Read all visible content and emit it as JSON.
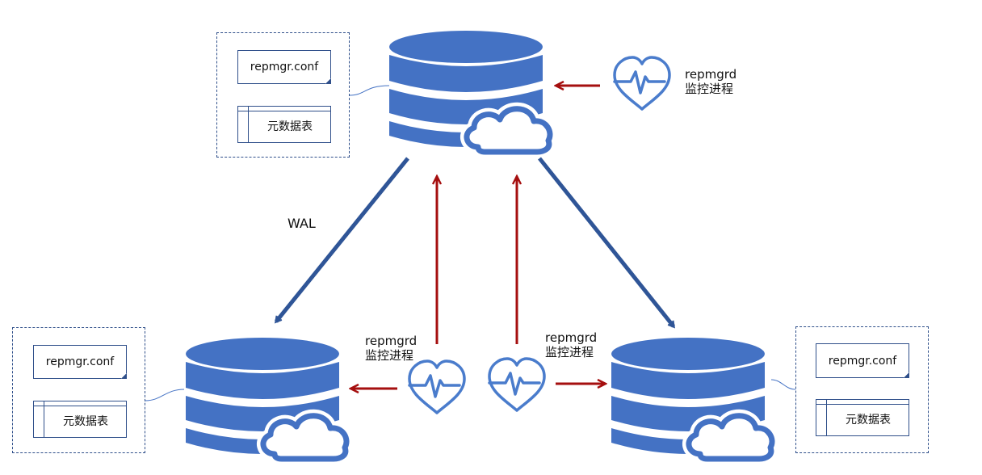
{
  "diagram": {
    "title": "repmgr PostgreSQL replication cluster",
    "colors": {
      "db_blue": "#4472c4",
      "wal_arrow": "#2f5597",
      "monitor_arrow": "#a50f0f",
      "box_border": "#2f4f8a",
      "heart_icon": "#4a7ccc"
    },
    "wal_label": "WAL",
    "nodes": [
      {
        "id": "primary",
        "role": "primary",
        "icon": "database-cloud-icon",
        "config_file": "repmgr.conf",
        "metadata_table": "元数据表",
        "monitor": {
          "icon": "heart-pulse-icon",
          "line1": "repmgrd",
          "line2": "监控进程"
        }
      },
      {
        "id": "standby-left",
        "role": "standby",
        "icon": "database-cloud-icon",
        "config_file": "repmgr.conf",
        "metadata_table": "元数据表",
        "monitor": {
          "icon": "heart-pulse-icon",
          "line1": "repmgrd",
          "line2": "监控进程"
        }
      },
      {
        "id": "standby-right",
        "role": "standby",
        "icon": "database-cloud-icon",
        "config_file": "repmgr.conf",
        "metadata_table": "元数据表",
        "monitor": {
          "icon": "heart-pulse-icon",
          "line1": "repmgrd",
          "line2": "监控进程"
        }
      }
    ],
    "edges": [
      {
        "from": "primary",
        "to": "standby-left",
        "type": "wal-replication"
      },
      {
        "from": "primary",
        "to": "standby-right",
        "type": "wal-replication"
      },
      {
        "from": "monitor-primary",
        "to": "primary",
        "type": "monitor"
      },
      {
        "from": "monitor-standby-left",
        "to": "standby-left",
        "type": "monitor"
      },
      {
        "from": "monitor-standby-right",
        "to": "standby-right",
        "type": "monitor"
      },
      {
        "from": "monitor-standby-left",
        "to": "primary",
        "type": "monitor"
      },
      {
        "from": "monitor-standby-right",
        "to": "primary",
        "type": "monitor"
      }
    ]
  }
}
